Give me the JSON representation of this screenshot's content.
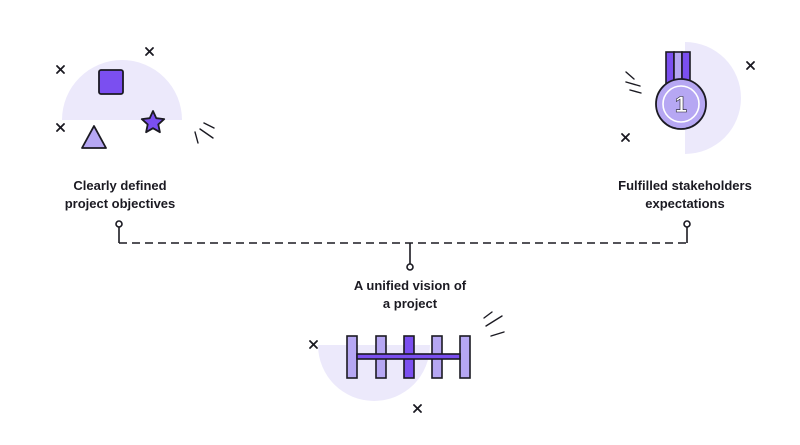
{
  "colors": {
    "blob": "#ece9fb",
    "light_purple": "#b6a7f3",
    "accent_purple": "#7b4ff0",
    "outline": "#1b1a22",
    "text": "#1b1a22"
  },
  "nodes": {
    "left": {
      "line1": "Clearly defined",
      "line2": "project objectives",
      "icon": "shapes-icon"
    },
    "right": {
      "line1": "Fulfilled stakeholders",
      "line2": "expectations",
      "icon": "medal-icon",
      "medal_number": "1"
    },
    "center": {
      "line1": "A unified vision of",
      "line2": "a project",
      "icon": "connected-bars-icon"
    }
  }
}
